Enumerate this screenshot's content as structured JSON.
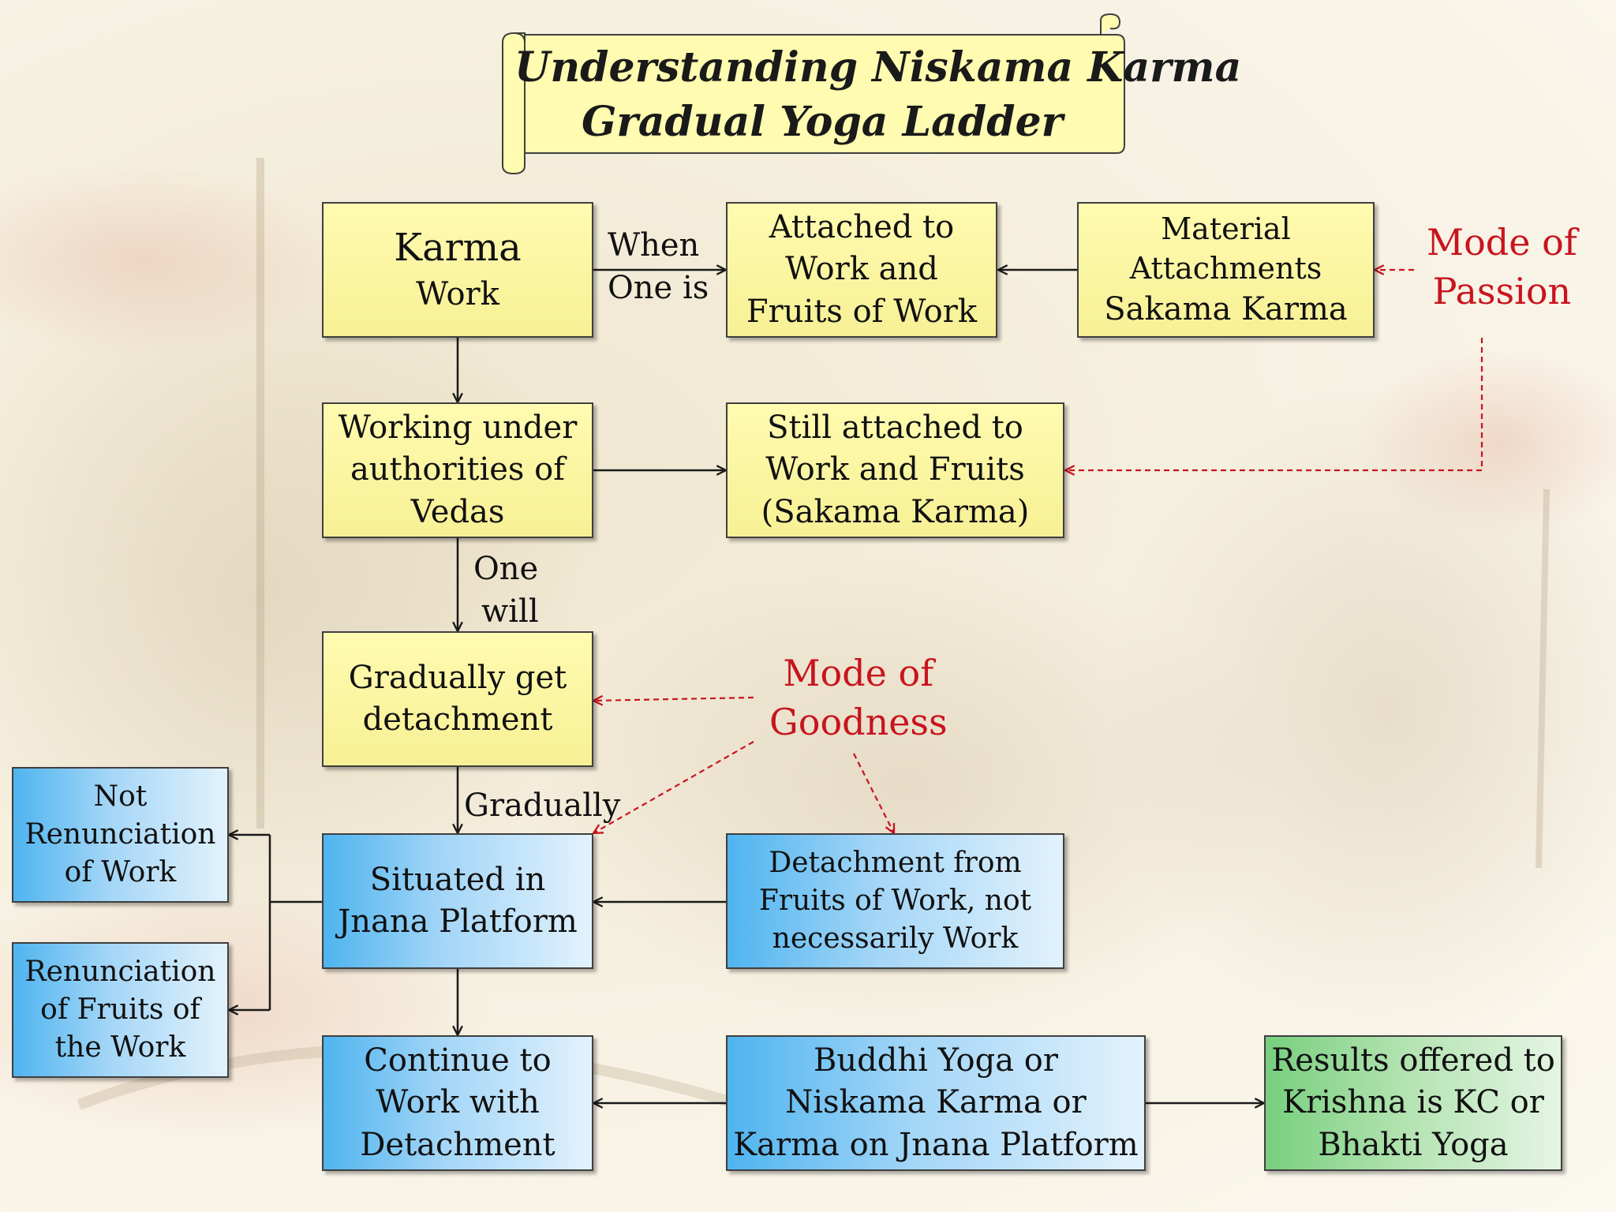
{
  "title": {
    "line1": "Understanding Niskama Karma",
    "line2": "Gradual Yoga Ladder"
  },
  "nodes": {
    "karma": {
      "line1": "Karma",
      "line2": "Work"
    },
    "attached": {
      "line1": "Attached to",
      "line2": "Work and",
      "line3": "Fruits of Work"
    },
    "material": {
      "line1": "Material",
      "line2": "Attachments",
      "line3": "Sakama Karma"
    },
    "vedas": {
      "line1": "Working under",
      "line2": "authorities of",
      "line3": "Vedas"
    },
    "still_attached": {
      "line1": "Still attached to",
      "line2": "Work and Fruits",
      "line3": "(Sakama Karma)"
    },
    "detachment": {
      "line1": "Gradually get",
      "line2": "detachment"
    },
    "not_renunciation": {
      "line1": "Not",
      "line2": "Renunciation",
      "line3": "of Work"
    },
    "renunciation_fruits": {
      "line1": "Renunciation",
      "line2": "of Fruits of",
      "line3": "the Work"
    },
    "jnana": {
      "line1": "Situated in",
      "line2": "Jnana Platform"
    },
    "detachment_fruits": {
      "line1": "Detachment from",
      "line2": "Fruits of Work, not",
      "line3": "necessarily Work"
    },
    "continue_work": {
      "line1": "Continue to",
      "line2": "Work with",
      "line3": "Detachment"
    },
    "buddhi_yoga": {
      "line1": "Buddhi Yoga or",
      "line2": "Niskama Karma or",
      "line3": "Karma on Jnana Platform"
    },
    "results_krishna": {
      "line1": "Results offered to",
      "line2": "Krishna is KC or",
      "line3": "Bhakti Yoga"
    }
  },
  "edge_labels": {
    "when_one_is": {
      "line1": "When",
      "line2": "One is"
    },
    "one_will": {
      "line1": "One",
      "line2": "will"
    },
    "gradually": "Gradually"
  },
  "modes": {
    "passion": {
      "line1": "Mode of",
      "line2": "Passion"
    },
    "goodness": {
      "line1": "Mode of",
      "line2": "Goodness"
    }
  },
  "colors": {
    "yellow_box": "#f7f095",
    "blue_box": "#4fb4ef",
    "green_box": "#78cf7e",
    "mode_text": "#c8141e",
    "arrow": "#1a1a1a",
    "mode_arrow": "#c8141e"
  }
}
